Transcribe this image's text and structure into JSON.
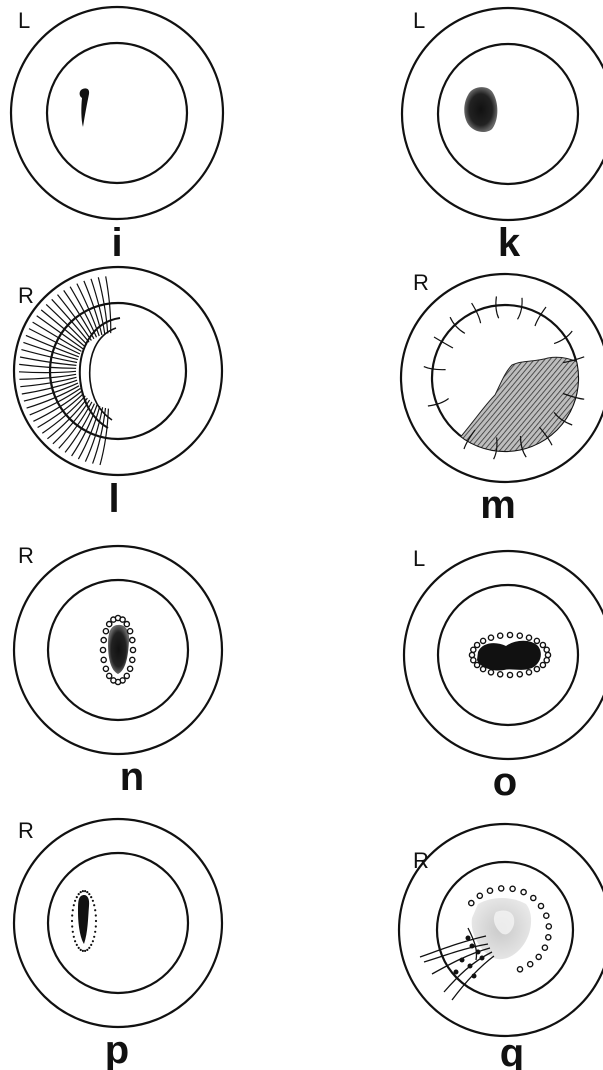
{
  "panels": [
    {
      "caption": "i",
      "side": "L"
    },
    {
      "caption": "k",
      "side": "L"
    },
    {
      "caption": "l",
      "side": "R"
    },
    {
      "caption": "m",
      "side": "R"
    },
    {
      "caption": "n",
      "side": "R"
    },
    {
      "caption": "o",
      "side": "L"
    },
    {
      "caption": "p",
      "side": "R"
    },
    {
      "caption": "q",
      "side": "R"
    }
  ]
}
